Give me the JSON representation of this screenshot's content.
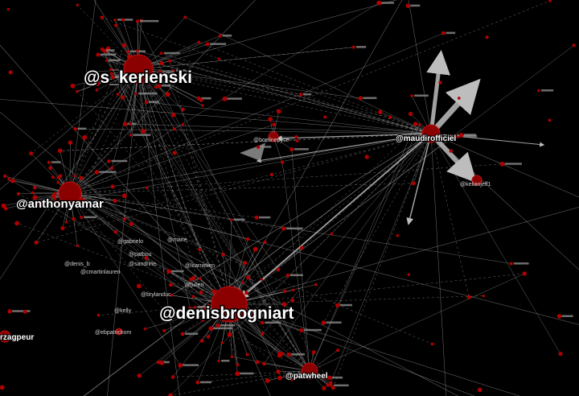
{
  "graph": {
    "background": "#000000",
    "node_color": "#8b0000",
    "edge_color": "#bdbdbd",
    "hubs": [
      {
        "id": "s_kerienski",
        "label": "@s_kerienski",
        "size": "large"
      },
      {
        "id": "anthonyamar",
        "label": "@anthonyamar",
        "size": "large"
      },
      {
        "id": "denisbrogniart",
        "label": "@denisbrogniart",
        "size": "large"
      },
      {
        "id": "maudirofficiel",
        "label": "@maudirofficiel",
        "size": "medium"
      },
      {
        "id": "patwheel",
        "label": "@patwheel",
        "size": "medium"
      },
      {
        "id": "boelinepyce",
        "label": "@boelinepyce",
        "size": "small"
      },
      {
        "id": "kelianjeff1",
        "label": "@kelianjeff1",
        "size": "small"
      },
      {
        "id": "ebpatrickom",
        "label": "@ebpatrickom",
        "size": "small"
      },
      {
        "id": "rzagpeur",
        "label": "rzagpeur",
        "size": "small"
      }
    ],
    "minor_labels": [
      "@gabrielo",
      "@patbou",
      "@cmartinlauren",
      "@brylanduc",
      "@sandrine",
      "@lcarnelien",
      "@kelly",
      "@denis_b",
      "@julien",
      "@marie"
    ]
  }
}
